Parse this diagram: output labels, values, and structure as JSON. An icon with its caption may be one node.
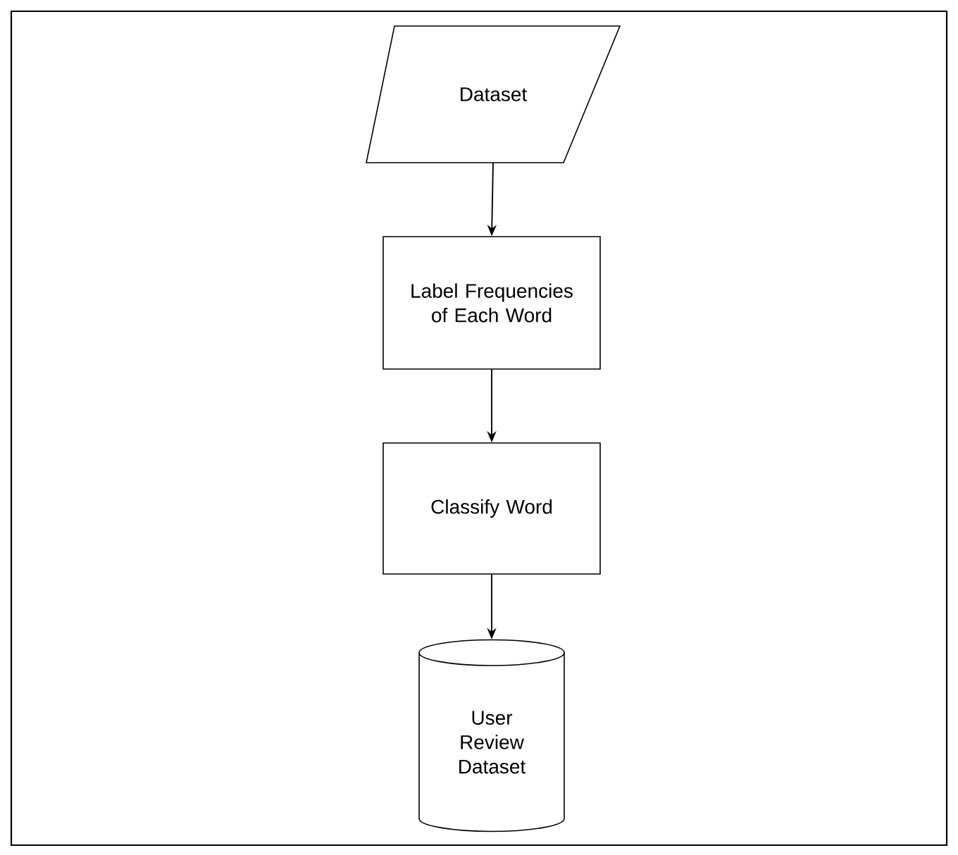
{
  "diagram": {
    "nodes": [
      {
        "text": [
          "Dataset"
        ]
      },
      {
        "text": [
          "Label Frequencies of Each Word"
        ]
      },
      {
        "text": [
          "Classify Word"
        ]
      },
      {
        "text": [
          "User Review Dataset"
        ]
      }
    ],
    "edges": [
      {
        "from": 0,
        "to": 1,
        "arrow": "to"
      },
      {
        "from": 1,
        "to": 2,
        "arrow": "to"
      },
      {
        "from": 2,
        "to": 3,
        "arrow": "to"
      }
    ]
  }
}
